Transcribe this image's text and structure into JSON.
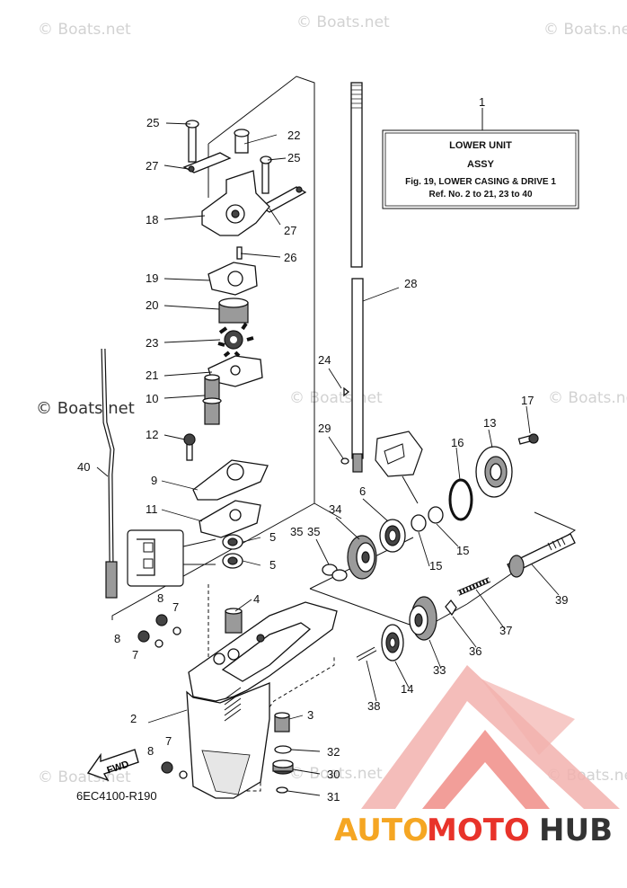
{
  "watermarks": {
    "top_left": "© Boats.net",
    "top_center": "© Boats.net",
    "top_right": "© Boats.net",
    "mid_left": "© Boats.net",
    "mid_center": "© Boats.net",
    "mid_right": "© Boats.net",
    "bottom_left": "© Boats.net",
    "bottom_center": "© Boats.net",
    "bottom_right": "© Boats.net"
  },
  "title_box": {
    "ref_number": "1",
    "line1": "LOWER UNIT",
    "line2": "ASSY",
    "line3": "Fig. 19, LOWER CASING & DRIVE 1",
    "line4": "Ref. No. 2 to 21, 23 to 40"
  },
  "callouts": {
    "c25a": "25",
    "c22": "22",
    "c25b": "25",
    "c27a": "27",
    "c18": "18",
    "c27b": "27",
    "c26": "26",
    "c19": "19",
    "c20": "20",
    "c23": "23",
    "c21": "21",
    "c10": "10",
    "c12": "12",
    "c9": "9",
    "c11": "11",
    "c40": "40",
    "c5a": "5",
    "c5b": "5",
    "c4": "4",
    "c8a": "8",
    "c7a": "7",
    "c8b": "8",
    "c7b": "7",
    "c2": "2",
    "c3": "3",
    "c7c": "7",
    "c8c": "8",
    "c32": "32",
    "c30": "30",
    "c31": "31",
    "c28": "28",
    "c24": "24",
    "c29": "29",
    "c35a": "35",
    "c34": "34",
    "c35b": "35",
    "c6": "6",
    "c15a": "15",
    "c15b": "15",
    "c16": "16",
    "c13": "13",
    "c17": "17",
    "c39": "39",
    "c37": "37",
    "c36": "36",
    "c33": "33",
    "c14": "14",
    "c38": "38"
  },
  "fwd_label": "FWD",
  "diagram_code": "6EC4100-R190",
  "logo": {
    "part1": "AUTO",
    "part2": "MOTO",
    "part3": "HUB",
    "color1": "#f5a623",
    "color2": "#e8332a",
    "color3": "#333333"
  }
}
